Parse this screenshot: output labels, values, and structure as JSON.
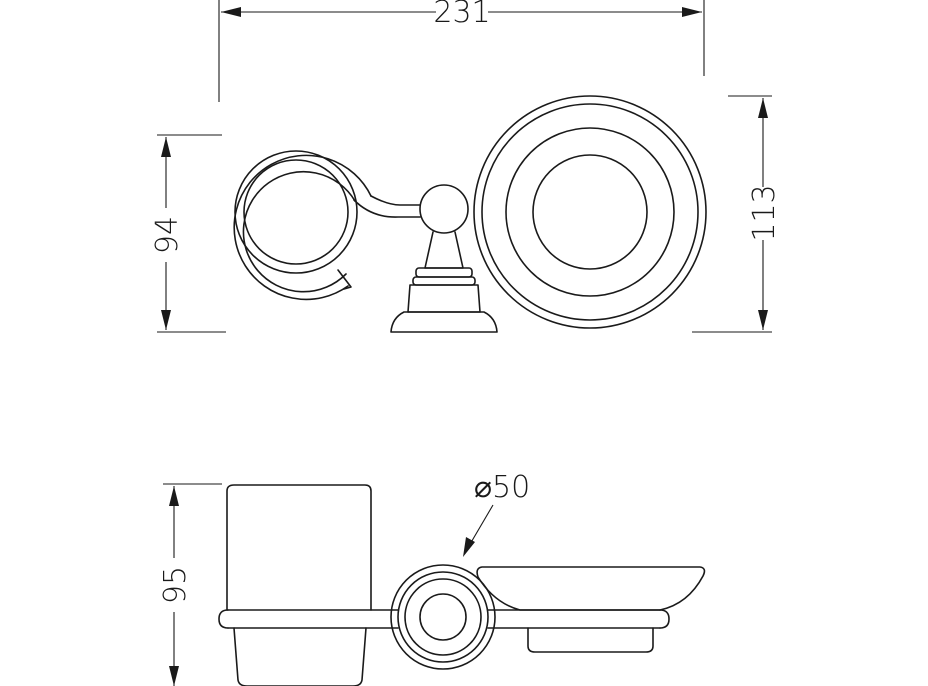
{
  "drawing": {
    "dimensions": {
      "overall_width": "231",
      "top_height": "94",
      "right_height": "113",
      "side_height": "95",
      "diameter": "⌀50"
    },
    "line_color": "#1a1a1a",
    "background_color": "#ffffff"
  }
}
